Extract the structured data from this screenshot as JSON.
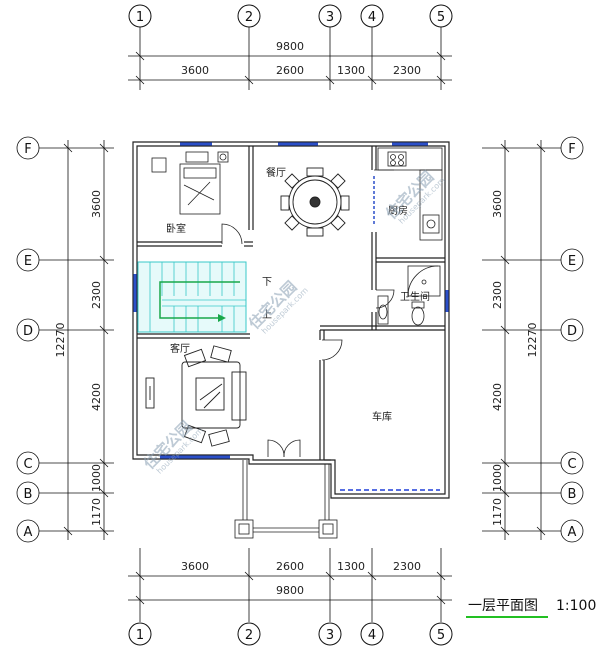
{
  "axes_vertical": [
    "1",
    "2",
    "3",
    "4",
    "5"
  ],
  "axes_horizontal": [
    "F",
    "E",
    "D",
    "C",
    "B",
    "A"
  ],
  "dims_top": {
    "total": "9800",
    "segments": [
      "3600",
      "2600",
      "1300",
      "2300"
    ]
  },
  "dims_bottom": {
    "total": "9800",
    "segments": [
      "3600",
      "2600",
      "1300",
      "2300"
    ]
  },
  "dims_side": {
    "total": "12270",
    "segments": [
      "3600",
      "2300",
      "4200",
      "1000",
      "1170"
    ]
  },
  "rooms": {
    "bedroom": "卧室",
    "dining": "餐厅",
    "kitchen": "厨房",
    "living": "客厅",
    "garage": "车库",
    "bathroom": "卫生间",
    "stair_down": "下",
    "stair_up": "上"
  },
  "caption": {
    "title": "一层平面图",
    "scale": "1:100"
  },
  "watermark": {
    "text": "住宅公园",
    "url": "housepark.com"
  },
  "colors": {
    "window": "#2b4fc9",
    "stair": "#38c8c8",
    "stair_arrow": "#18a84a",
    "caption_underline": "#22c022",
    "garage_door": "#1f3fd8"
  }
}
